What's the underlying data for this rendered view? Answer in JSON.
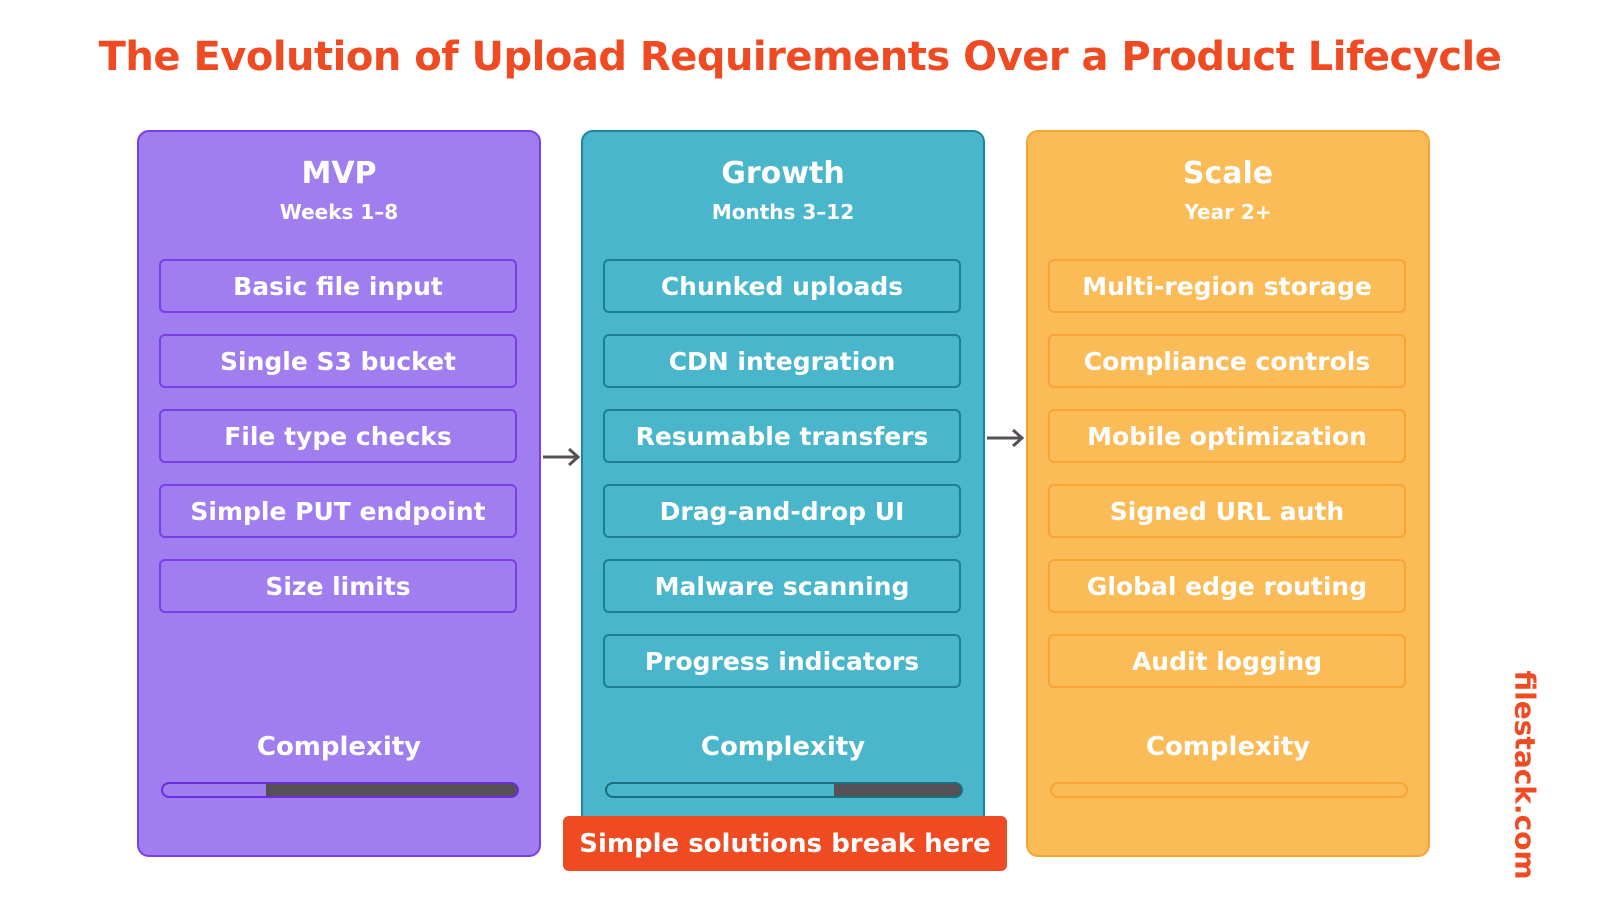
{
  "title": "The Evolution of Upload Requirements Over a Product Lifecycle",
  "colors": {
    "title": "#f04a23",
    "mvp": "#a07ef0",
    "growth": "#4ab6cb",
    "scale": "#fbbc57",
    "bar_track": "#555055"
  },
  "stages": [
    {
      "name": "MVP",
      "period": "Weeks 1–8",
      "items": [
        "Basic file input",
        "Single S3 bucket",
        "File type checks",
        "Simple PUT endpoint",
        "Size limits"
      ],
      "complexity_label": "Complexity",
      "complexity_fraction": 0.29
    },
    {
      "name": "Growth",
      "period": "Months 3–12",
      "items": [
        "Chunked uploads",
        "CDN integration",
        "Resumable transfers",
        "Drag-and-drop UI",
        "Malware scanning",
        "Progress indicators"
      ],
      "complexity_label": "Complexity",
      "complexity_fraction": 0.64
    },
    {
      "name": "Scale",
      "period": "Year 2+",
      "items": [
        "Multi-region storage",
        "Compliance controls",
        "Mobile optimization",
        "Signed URL auth",
        "Global edge routing",
        "Audit logging"
      ],
      "complexity_label": "Complexity",
      "complexity_fraction": 1.0
    }
  ],
  "callout": "Simple solutions break here",
  "brand": "filestack.com"
}
